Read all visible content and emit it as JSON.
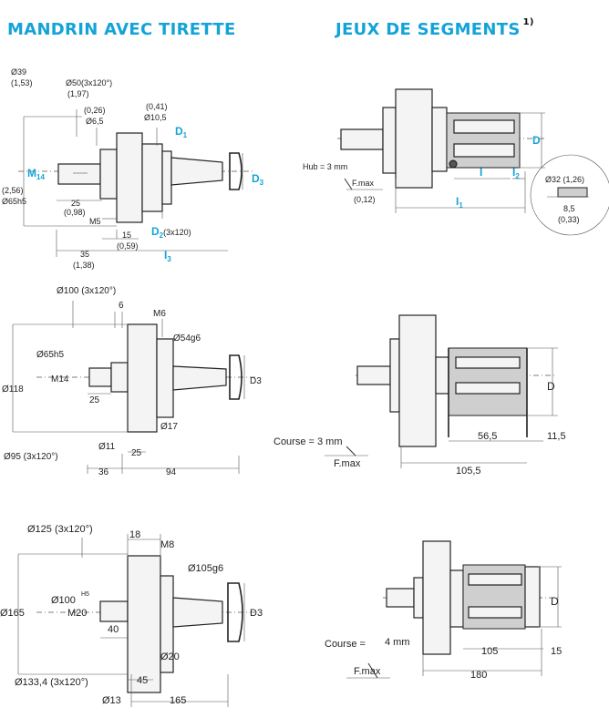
{
  "titles": {
    "left": "MANDRIN AVEC TIRETTE",
    "right": "JEUX DE SEGMENTS",
    "right_note": "1)"
  },
  "diagram1": {
    "d39": "Ø39",
    "d39_in": "(1,53)",
    "d50": "Ø50(3x120°)",
    "d50_in": "(1,97)",
    "in026": "(0,26)",
    "d65a": "Ø6,5",
    "in041": "(0,41)",
    "d105a": "Ø10,5",
    "D1": "D",
    "D1sub": "1",
    "M14": "M",
    "M14sub": "14",
    "D3": "D",
    "D3sub": "3",
    "in256": "(2,56)",
    "d65h5": "Ø65h5",
    "d25": "25",
    "in098": "(0,98)",
    "M5": "M5",
    "d15": "15",
    "in059": "(0,59)",
    "D2": "D",
    "D2sub": "2",
    "D2tail": "(3x120)",
    "d35": "35",
    "in138": "(1,38)",
    "I3": "I",
    "I3sub": "3"
  },
  "diagram2": {
    "d100": "Ø100 (3x120°)",
    "d6": "6",
    "m6": "M6",
    "d54g6": "Ø54g6",
    "d65h5": "Ø65h5",
    "m14": "M14",
    "d118": "Ø118",
    "d25": "25",
    "d17": "Ø17",
    "d11": "Ø11",
    "d25b": "25",
    "d95": "Ø95 (3x120°)",
    "d36": "36",
    "d94": "94",
    "D3": "D3"
  },
  "diagram3": {
    "d125": "Ø125 (3x120°)",
    "d18": "18",
    "m8": "M8",
    "d105g6": "Ø105g6",
    "d100h5": "Ø100",
    "h5": "H5",
    "m20": "M20",
    "d165": "Ø165",
    "d40": "40",
    "d20": "Ø20",
    "d1334": "Ø133,4 (3x120°)",
    "d45": "45",
    "d13": "Ø13",
    "d165b": "165",
    "D3": "D3"
  },
  "seg1": {
    "D": "D",
    "hub": "Hub = 3 mm",
    "fmax": "F.max",
    "in012": "(0,12)",
    "I": "I",
    "I2": "I",
    "I2sub": "2",
    "I1": "I",
    "I1sub": "1",
    "d32": "Ø32 (1,26)",
    "d85": "8,5",
    "in033": "(0,33)"
  },
  "seg2": {
    "D": "D",
    "course": "Course = 3 mm",
    "fmax": "F.max",
    "d565": "56,5",
    "d115": "11,5",
    "d1055": "105,5"
  },
  "seg3": {
    "D": "D",
    "course": "Course =",
    "stroke": "4 mm",
    "fmax": "F.max",
    "d105": "105",
    "d15": "15",
    "d180": "180"
  }
}
